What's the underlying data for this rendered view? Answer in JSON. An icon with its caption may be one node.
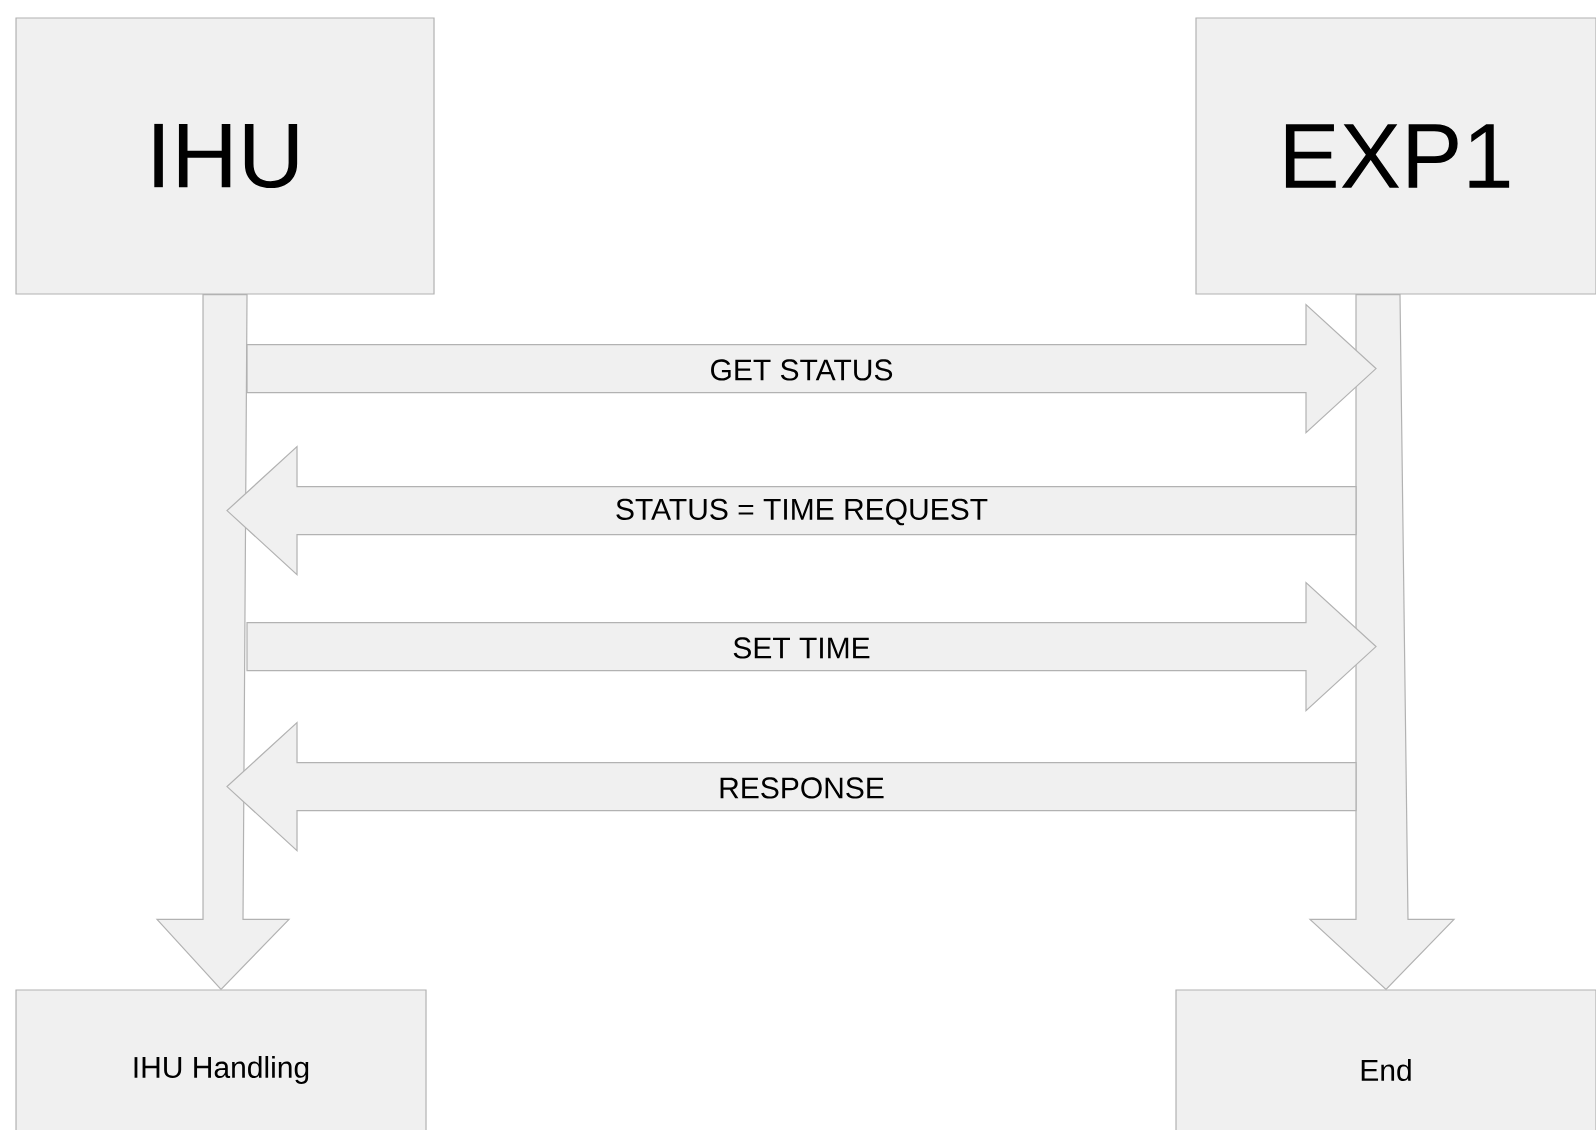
{
  "diagram": {
    "nodes": [
      {
        "text": [
          "IHU"
        ]
      },
      {
        "text": [
          "EXP1"
        ]
      },
      {
        "text": [
          "IHU Handling"
        ]
      },
      {
        "text": [
          "End"
        ]
      }
    ],
    "edges": [
      {
        "from": 0,
        "to": 2,
        "arrow": "to"
      },
      {
        "from": 1,
        "to": 3,
        "arrow": "to"
      },
      {
        "from": 0,
        "to": 1,
        "arrow": "to",
        "label": "GET STATUS"
      },
      {
        "from": 1,
        "to": 0,
        "arrow": "to",
        "label": "STATUS = TIME REQUEST"
      },
      {
        "from": 0,
        "to": 1,
        "arrow": "to",
        "label": "SET TIME"
      },
      {
        "from": 1,
        "to": 0,
        "arrow": "to",
        "label": "RESPONSE"
      }
    ]
  }
}
